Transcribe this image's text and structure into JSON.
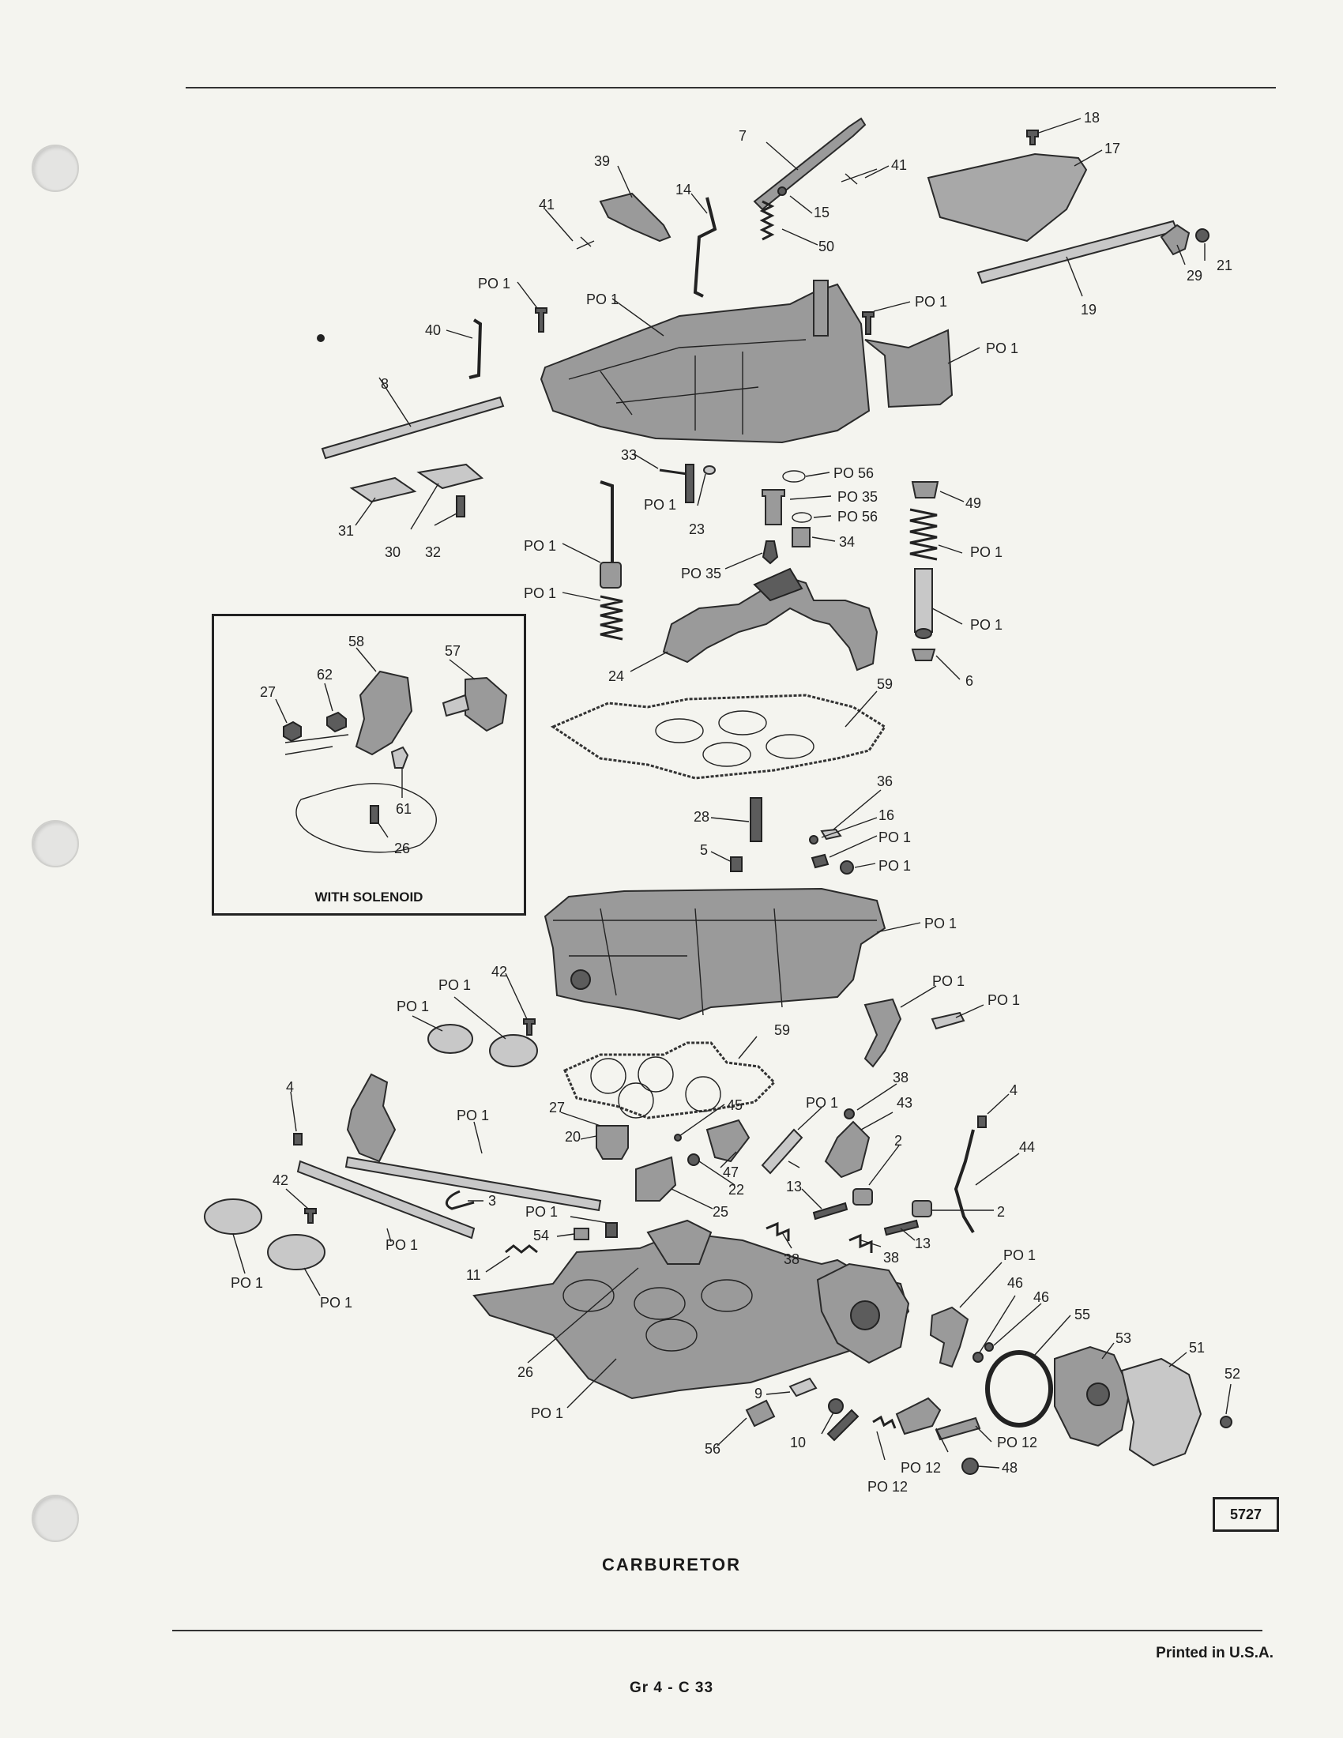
{
  "caption": "CARBURETOR",
  "page_number": "Gr 4 - C 33",
  "footer_text": "Printed in U.S.A.",
  "figure_number": "5727",
  "inset_title": "WITH SOLENOID",
  "callouts": {
    "n7": "7",
    "n18": "18",
    "n17": "17",
    "n39": "39",
    "n41a": "41",
    "n14": "14",
    "n41b": "41",
    "n15": "15",
    "n50": "50",
    "n29": "29",
    "n21": "21",
    "n19": "19",
    "po1_a": "PO 1",
    "po1_b": "PO 1",
    "po1_c": "PO 1",
    "po1_d": "PO 1",
    "n40": "40",
    "n8": "8",
    "n33": "33",
    "po56_a": "PO 56",
    "po35_a": "PO 35",
    "po56_b": "PO 56",
    "n49": "49",
    "po1_e": "PO 1",
    "n23": "23",
    "n34": "34",
    "n31": "31",
    "n30": "30",
    "n32": "32",
    "po1_f": "PO 1",
    "po35_b": "PO 35",
    "po1_g": "PO 1",
    "po1_h": "PO 1",
    "po1_i": "PO 1",
    "n6": "6",
    "n24": "24",
    "n59a": "59",
    "n58": "58",
    "n57": "57",
    "n62": "62",
    "n27a": "27",
    "n61": "61",
    "n26a": "26",
    "n36": "36",
    "n28": "28",
    "n16": "16",
    "po1_j": "PO 1",
    "n5": "5",
    "po1_k": "PO 1",
    "po1_l": "PO 1",
    "n42a": "42",
    "po1_m": "PO 1",
    "po1_n": "PO 1",
    "po1_o": "PO 1",
    "po1_p": "PO 1",
    "n59b": "59",
    "n4a": "4",
    "po1_q": "PO 1",
    "n27b": "27",
    "n45": "45",
    "po1_r": "PO 1",
    "n38a": "38",
    "n43": "43",
    "n4b": "4",
    "n20": "20",
    "n47": "47",
    "n2a": "2",
    "n44": "44",
    "n22": "22",
    "n25": "25",
    "n3": "3",
    "n42b": "42",
    "n13a": "13",
    "n2b": "2",
    "po1_s": "PO 1",
    "n54": "54",
    "po1_t": "PO 1",
    "n38b": "38",
    "n38c": "38",
    "n13b": "13",
    "po1_u": "PO 1",
    "n11": "11",
    "po1_v": "PO 1",
    "po1_w": "PO 1",
    "n46a": "46",
    "n46b": "46",
    "n55": "55",
    "n53": "53",
    "n51": "51",
    "n26b": "26",
    "n52": "52",
    "po1_x": "PO 1",
    "n9": "9",
    "n56": "56",
    "n10": "10",
    "po12_a": "PO 12",
    "po12_b": "PO 12",
    "po12_c": "PO 12",
    "n48": "48"
  }
}
